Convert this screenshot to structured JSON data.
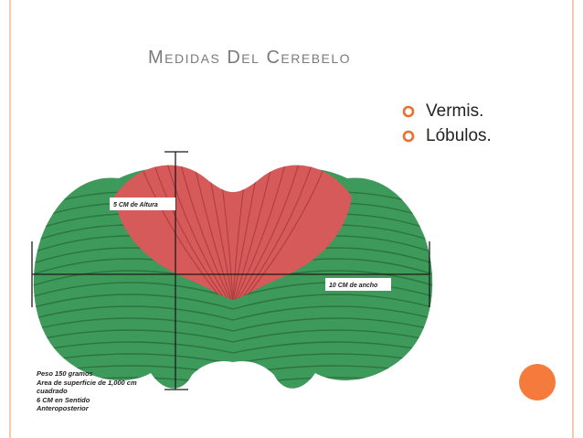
{
  "slide": {
    "title": "Medidas Del Cerebelo",
    "bullets": [
      {
        "label": "Vermis.",
        "icon": "ring-bullet-icon"
      },
      {
        "label": "Lóbulos.",
        "icon": "ring-bullet-icon"
      }
    ]
  },
  "figure": {
    "height_label": "5 CM de Altura",
    "width_label": "10 CM de ancho",
    "notes": [
      "Peso 150 gramos",
      "Area de superficie de 1,000 cm",
      "cuadrado",
      "6 CM en Sentido",
      "Anteroposterior"
    ]
  },
  "colors": {
    "title": "#7a7a7a",
    "accent_orange": "#f47b3c",
    "bullet": "#e96f2c",
    "hemispheres_green": "#3e9a5a",
    "vermis_red": "#d65a5a"
  }
}
